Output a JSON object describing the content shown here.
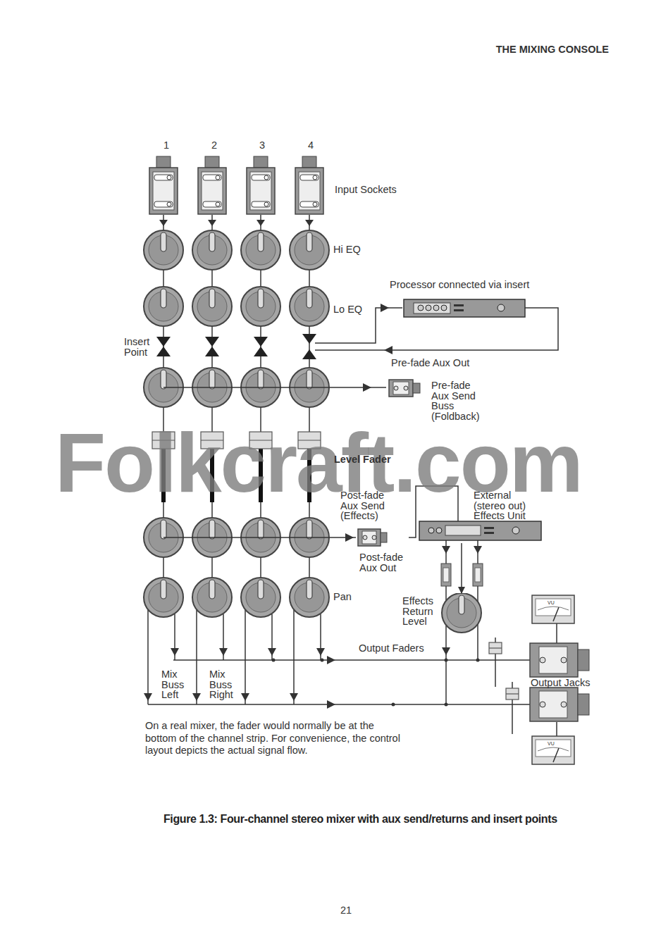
{
  "diagram": {
    "caption": "Figure 1.3: Four-channel stereo mixer with aux send/returns and insert points",
    "nodes": [
      {
        "text": [
          "Processor connected via insert"
        ]
      },
      {
        "text": [
          "Pre-fade Aux Send Buss (Foldback)"
        ]
      },
      {
        "text": [
          "Post-fade Aux Out"
        ]
      },
      {
        "text": [
          "External (stereo out) Effects Unit"
        ]
      },
      {
        "text": [
          "Effects Return Level"
        ]
      }
    ],
    "edges": [
      {
        "from": 2,
        "to": 3,
        "arrow": "none"
      },
      {
        "from": 3,
        "to": 4,
        "arrow": "to"
      }
    ],
    "labels": [
      "THE MIXING CONSOLE",
      "1",
      "2",
      "3",
      "4",
      "Input Sockets",
      "Hi EQ",
      "Lo EQ",
      "Insert Point",
      "Pre-fade Aux Out",
      "Level Fader",
      "Post-fade Aux Send (Effects)",
      "Pan",
      "Output Faders",
      "Mix Buss Left",
      "Mix Buss Right",
      "Output Jacks",
      "VU",
      "VU",
      "On a real mixer, the fader would normally be at the bottom of the channel strip. For convenience, the control layout depicts the actual signal flow.",
      "21",
      "Folkcraft.com"
    ]
  }
}
